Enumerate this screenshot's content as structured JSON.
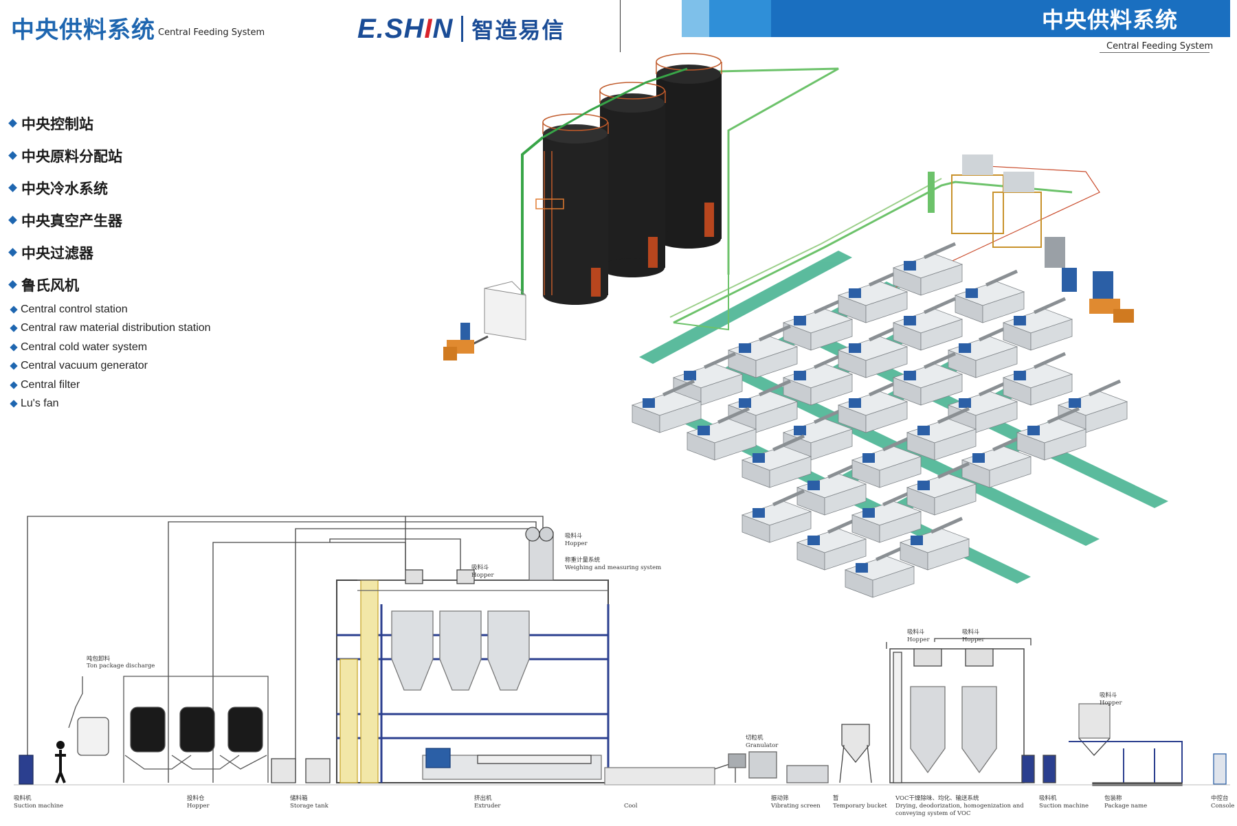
{
  "header": {
    "title_cn": "中央供料系统",
    "title_en": "Central Feeding System",
    "logo_en_a": "E.SH",
    "logo_en_b": "I",
    "logo_en_c": "N",
    "logo_cn": "智造易信",
    "banner_cn": "中央供料系统",
    "banner_en": "Central Feeding System"
  },
  "colors": {
    "brand_blue": "#1e66b0",
    "logo_blue": "#1a4c96",
    "logo_red": "#d8232a",
    "banner_light": "#7ec0ea",
    "banner_mid": "#2f8fd8",
    "banner_dark": "#1a6fc0"
  },
  "features_cn": [
    "中央控制站",
    "中央原料分配站",
    "中央冷水系统",
    "中央真空产生器",
    "中央过滤器",
    "鲁氏风机"
  ],
  "features_en": [
    "Central control station",
    "Central raw material distribution station",
    "Central cold water system",
    "Central vacuum generator",
    "Central filter",
    "Lu's fan"
  ],
  "diagram_labels": {
    "hopper_top_cn": "吸料斗",
    "hopper_top_en": "Hopper",
    "weighing_cn": "称重计量系统",
    "weighing_en": "Weighing and measuring system",
    "hopper_mid_cn": "吸料斗",
    "hopper_mid_en": "Hopper",
    "ton_cn": "吨包卸料",
    "ton_en": "Ton package discharge",
    "suction_cn": "吸料机",
    "suction_en": "Suction machine",
    "hopper_bin_cn": "投料仓",
    "hopper_bin_en": "Hopper",
    "storage_cn": "储料箱",
    "storage_en": "Storage tank",
    "extruder_cn": "挤出机",
    "extruder_en": "Extruder",
    "cool_en": "Cool",
    "granulator_cn": "切粒机",
    "granulator_en": "Granulator",
    "vibrating_cn": "振动筛",
    "vibrating_en": "Vibrating screen",
    "temp_cn": "暂",
    "temp_en": "Temporary bucket",
    "voc_cn": "VOC干燥除味、均化、输送系统",
    "voc_en1": "Drying, deodorization, homogenization and",
    "voc_en2": "conveying system of VOC",
    "hopper_r1_cn": "吸料斗",
    "hopper_r1_en": "Hopper",
    "hopper_r2_cn": "吸料斗",
    "hopper_r2_en": "Hopper",
    "hopper_r3_cn": "吸料斗",
    "hopper_r3_en": "Hopper",
    "suction2_cn": "吸料机",
    "suction2_en": "Suction machine",
    "package_cn": "包装称",
    "package_en": "Package name",
    "console_cn": "中控台",
    "console_en": "Console"
  }
}
